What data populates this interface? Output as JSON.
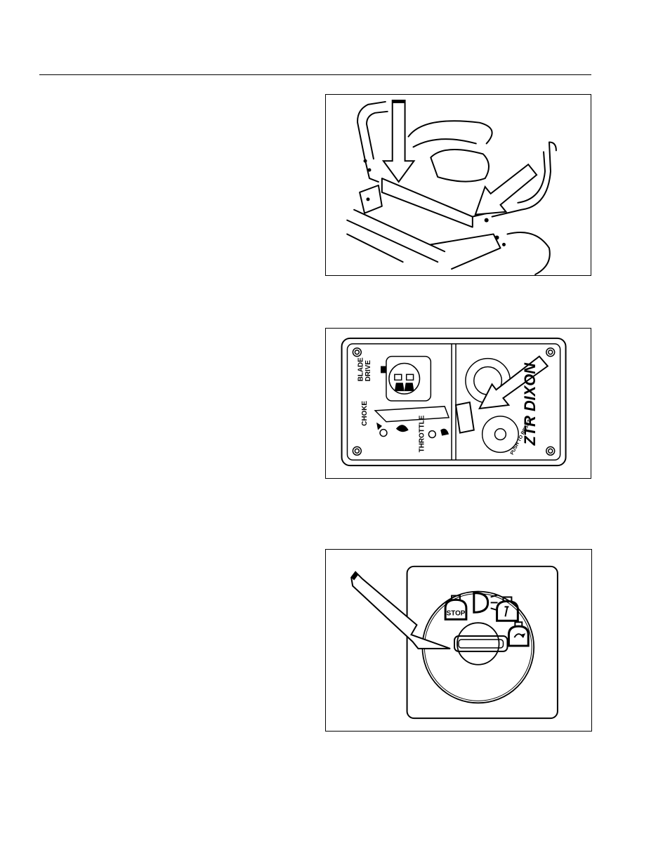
{
  "figures": {
    "throttle_panel": {
      "labels": {
        "blade": "BLADE",
        "drive": "DRIVE",
        "choke": "CHOKE",
        "throttle": "THROTTLE",
        "push_to_reset": "PUSH TO RESET"
      },
      "logo_text": "ZTR DIXON"
    },
    "ignition_switch": {
      "labels": {
        "stop": "STOP"
      }
    }
  }
}
